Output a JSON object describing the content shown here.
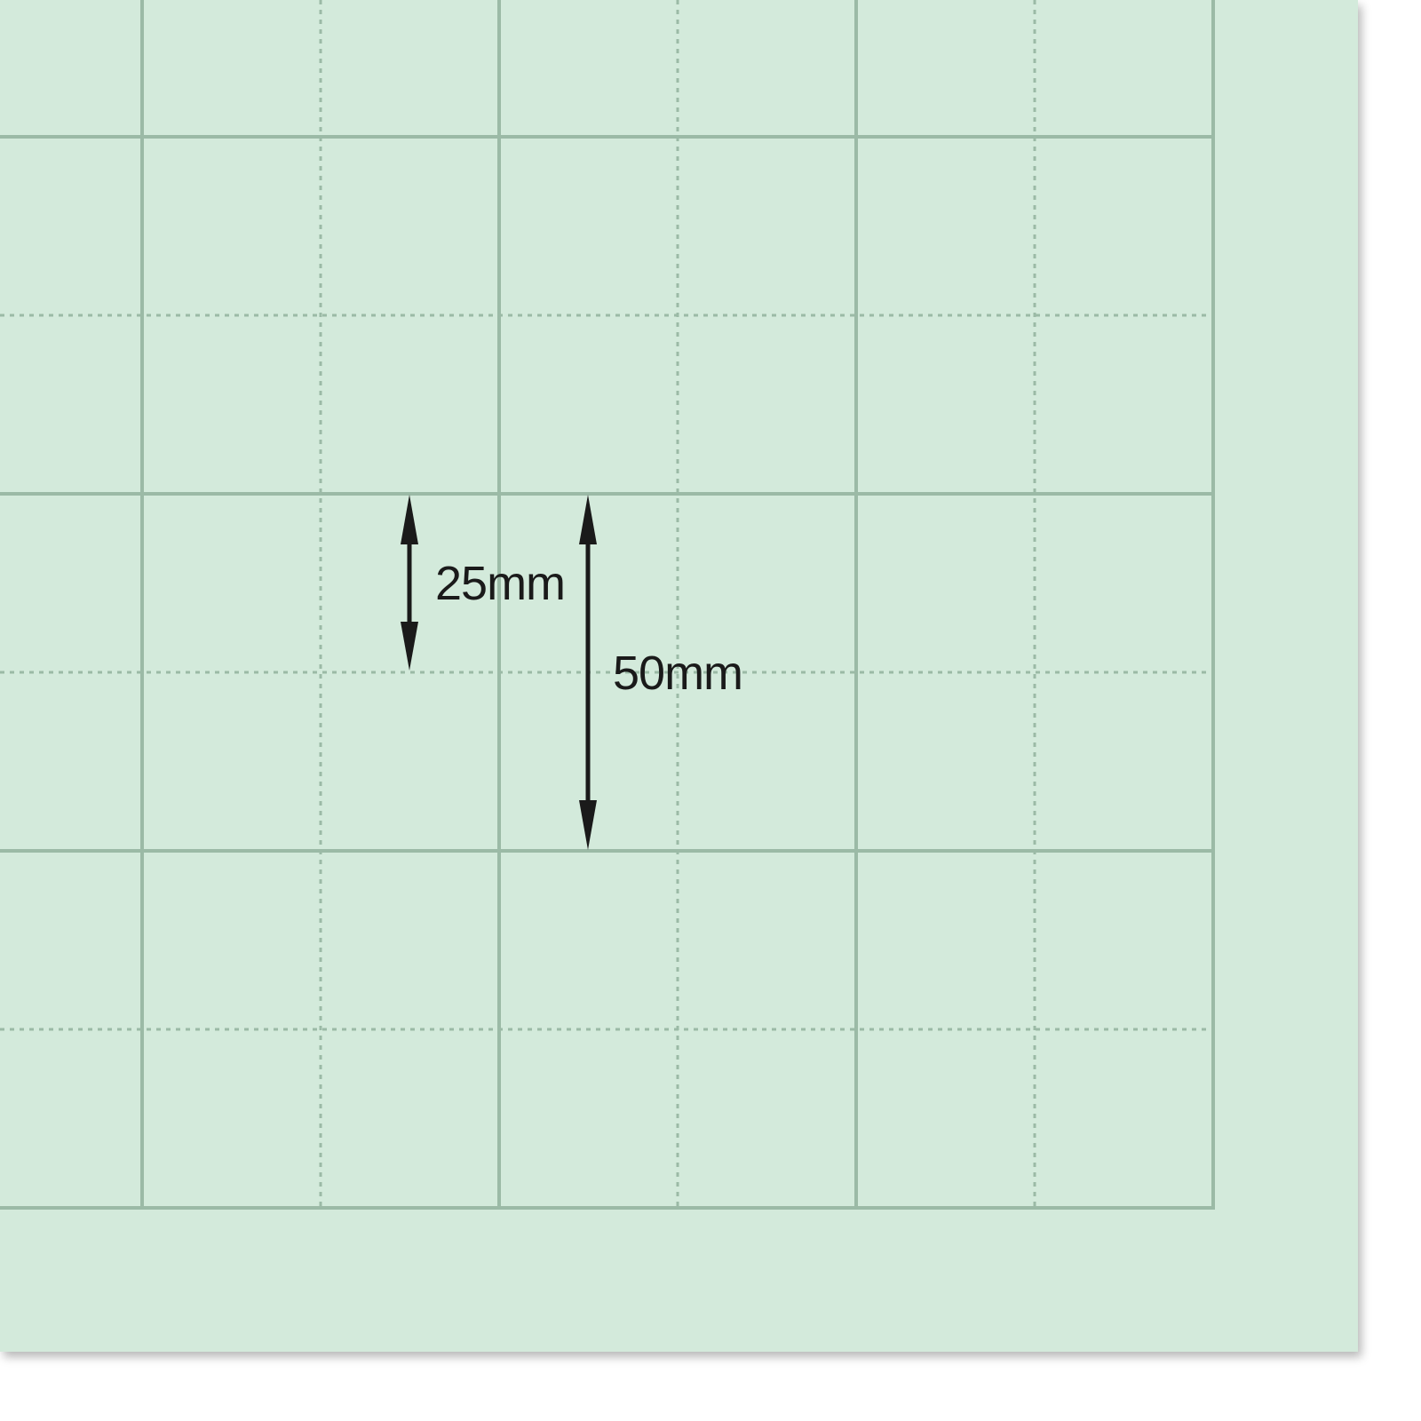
{
  "colors": {
    "mat": "#d3eadb",
    "grid_line": "#9bbaa6",
    "arrow": "#1a1a1a",
    "label": "#1a1a1a"
  },
  "measurements": {
    "small": {
      "label": "25mm",
      "value": 25,
      "unit": "mm"
    },
    "large": {
      "label": "50mm",
      "value": 50,
      "unit": "mm"
    }
  }
}
